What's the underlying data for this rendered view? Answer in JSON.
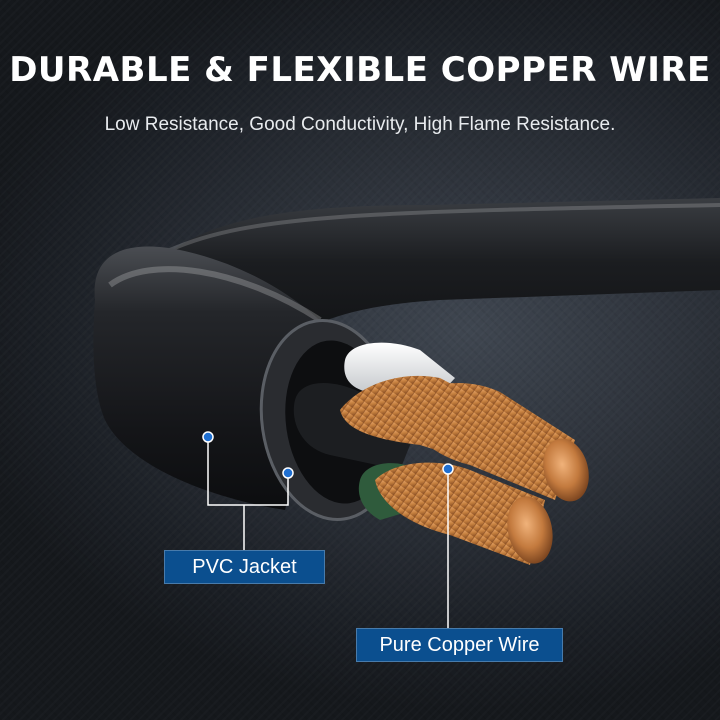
{
  "headline": "DURABLE & FLEXIBLE COPPER WIRE",
  "subheadline": "Low Resistance, Good Conductivity, High Flame Resistance.",
  "callouts": {
    "pvc_jacket": "PVC Jacket",
    "pure_copper_wire": "Pure Copper Wire"
  },
  "colors": {
    "label_background": "#0b4f8f",
    "marker_dot": "#1f6fd1",
    "leader_line": "#ffffff",
    "copper": "#c9874a",
    "jacket": "#1a1c1f"
  }
}
